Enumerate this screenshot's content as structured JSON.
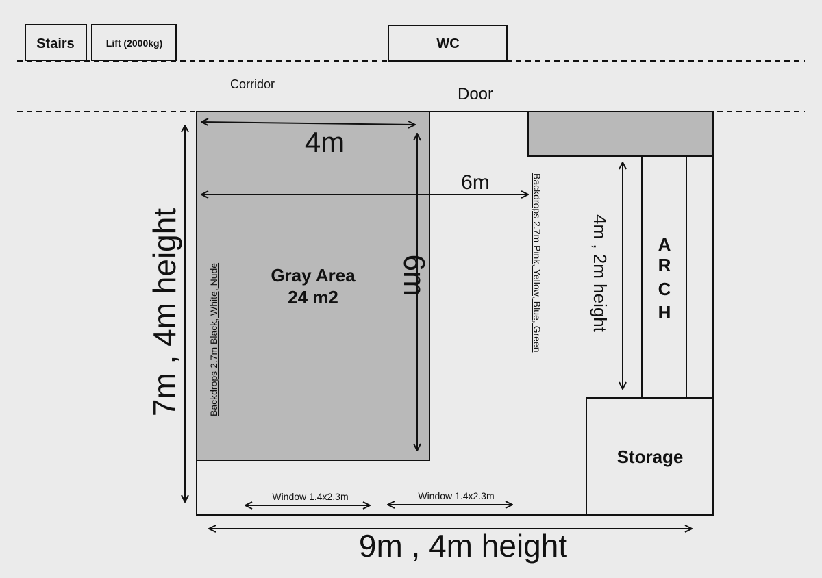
{
  "top_rooms": {
    "stairs": "Stairs",
    "lift": "Lift (2000kg)",
    "wc": "WC"
  },
  "corridor": "Corridor",
  "door": "Door",
  "gray_area": {
    "title": "Gray Area",
    "size": "24 m2",
    "width_label": "4m",
    "depth_label": "6m",
    "backdrops_label": "Backdrops 2.7m Black, White, Nude"
  },
  "room_width_to_backdrops": "6m",
  "right_backdrops_label": "Backdrops 2.7m Pink, Yellow, Blue, Green",
  "arch": {
    "letters": [
      "A",
      "R",
      "C",
      "H"
    ],
    "height_label": "4m , 2m height"
  },
  "storage": "Storage",
  "windows": [
    "Window 1.4x2.3m",
    "Window 1.4x2.3m"
  ],
  "room_depth_label": "7m , 4m height",
  "room_length_label": "9m , 4m height"
}
